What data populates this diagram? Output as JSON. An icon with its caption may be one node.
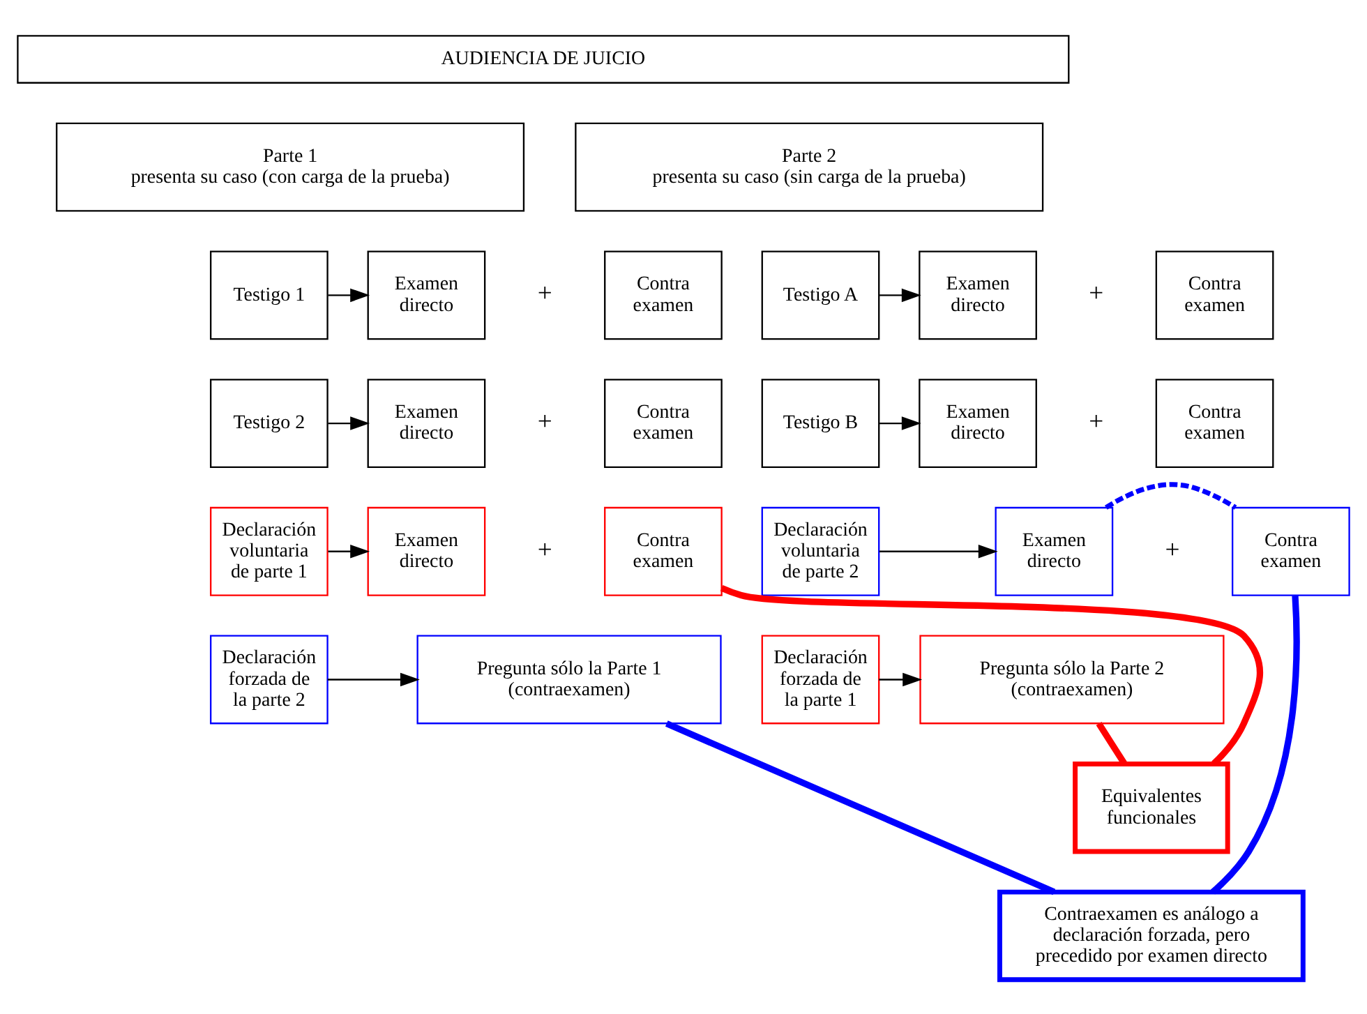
{
  "diagram": {
    "nodes": [
      {
        "text": [
          "AUDIENCIA DE JUICIO"
        ]
      },
      {
        "text": [
          "Parte 1",
          "presenta su caso (con carga de la prueba)"
        ]
      },
      {
        "text": [
          "Parte 2",
          "presenta su caso (sin carga de la prueba)"
        ]
      },
      {
        "text": [
          "Testigo 1"
        ]
      },
      {
        "text": [
          "Examen directo"
        ]
      },
      {
        "text": [
          "Contra examen"
        ]
      },
      {
        "text": [
          "Testigo 2"
        ]
      },
      {
        "text": [
          "Examen directo"
        ]
      },
      {
        "text": [
          "Contra examen"
        ]
      },
      {
        "text": [
          "Declaración voluntaria de parte 1"
        ]
      },
      {
        "text": [
          "Examen directo"
        ]
      },
      {
        "text": [
          "Contra examen"
        ]
      },
      {
        "text": [
          "Declaración forzada de la parte 2"
        ]
      },
      {
        "text": [
          "Pregunta sólo la Parte 1 (contraexamen)"
        ]
      },
      {
        "text": [
          "Testigo A"
        ]
      },
      {
        "text": [
          "Examen directo"
        ]
      },
      {
        "text": [
          "Contra examen"
        ]
      },
      {
        "text": [
          "Testigo B"
        ]
      },
      {
        "text": [
          "Examen directo"
        ]
      },
      {
        "text": [
          "Contra examen"
        ]
      },
      {
        "text": [
          "Declaración voluntaria de parte 2"
        ]
      },
      {
        "text": [
          "Examen directo"
        ]
      },
      {
        "text": [
          "Contra examen"
        ]
      },
      {
        "text": [
          "Declaración forzada de la parte 1"
        ]
      },
      {
        "text": [
          "Pregunta sólo la Parte 2 (contraexamen)"
        ]
      },
      {
        "text": [
          "Equivalentes funcionales"
        ]
      },
      {
        "text": [
          "Contraexamen es análogo a declaración forzada, pero precedido por examen directo"
        ]
      }
    ],
    "edges": [
      {
        "from": 3,
        "to": 4,
        "arrow": "to"
      },
      {
        "from": 6,
        "to": 7,
        "arrow": "to"
      },
      {
        "from": 9,
        "to": 10,
        "arrow": "to"
      },
      {
        "from": 12,
        "to": 13,
        "arrow": "to"
      },
      {
        "from": 14,
        "to": 15,
        "arrow": "to"
      },
      {
        "from": 17,
        "to": 18,
        "arrow": "to"
      },
      {
        "from": 20,
        "to": 21,
        "arrow": "to"
      },
      {
        "from": 23,
        "to": 24,
        "arrow": "to"
      },
      {
        "from": 21,
        "to": 22,
        "arrow": "none",
        "style": "dashed",
        "color": "#0000ff"
      },
      {
        "from": 11,
        "to": 25,
        "arrow": "none",
        "style": "thick",
        "color": "#ff0000"
      },
      {
        "from": 24,
        "to": 25,
        "arrow": "none",
        "style": "thick",
        "color": "#ff0000"
      },
      {
        "from": 13,
        "to": 26,
        "arrow": "none",
        "style": "thick",
        "color": "#0000ff"
      },
      {
        "from": 22,
        "to": 26,
        "arrow": "none",
        "style": "thick",
        "color": "#0000ff"
      }
    ],
    "labels": [
      "+",
      "+",
      "+",
      "+",
      "+",
      "+"
    ]
  }
}
